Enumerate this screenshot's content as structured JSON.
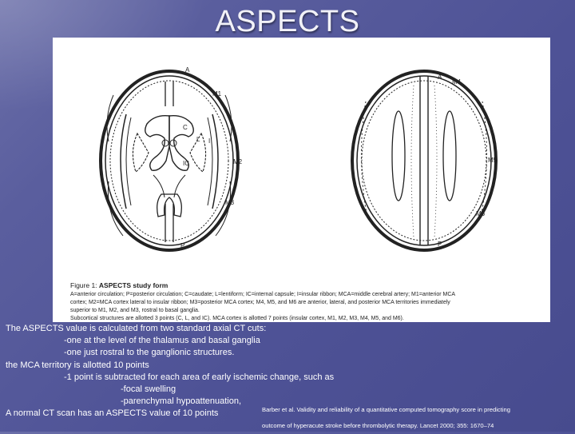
{
  "slide": {
    "title": "ASPECTS"
  },
  "figure": {
    "caption_prefix": "Figure 1:",
    "caption_title": "ASPECTS study form",
    "caption_lines": [
      "A=anterior circulation; P=posterior circulation; C=caudate; L=lentiform; IC=internal capsule; I=insular ribbon; MCA=middle cerebral artery; M1=anterior MCA",
      "cortex; M2=MCA cortex lateral to insular ribbon; M3=posterior MCA cortex; M4, M5, and M6 are anterior, lateral, and posterior MCA territories immediately",
      "superior to M1, M2, and M3, rostral to basal ganglia.",
      "Subcortical structures are allotted 3 points (C, L, and IC). MCA cortex is allotted 7 points (insular cortex, M1, M2, M3, M4, M5, and M6)."
    ],
    "left_brain_labels": [
      "A",
      "M1",
      "C",
      "L",
      "I",
      "IC",
      "M2",
      "M3",
      "P"
    ],
    "right_brain_labels": [
      "A",
      "M4",
      "M5",
      "M6",
      "P"
    ]
  },
  "body": {
    "lines": [
      "The ASPECTS value is calculated from two standard axial CT cuts:",
      "-one at the level of the thalamus and basal ganglia",
      "-one just rostral to the ganglionic structures.",
      "the MCA territory is allotted 10 points",
      "-1 point is subtracted for each area of early ischemic change, such as",
      "-focal swelling",
      "-parenchymal hypoattenuation,",
      "A normal CT scan has an ASPECTS value of 10 points"
    ]
  },
  "citation": {
    "lines": [
      "Barber et al. Validity and reliability of a quantitative computed tomography score in predicting",
      "outcome of hyperacute stroke before thrombolytic therapy. Lancet 2000; 355: 1670–74"
    ]
  },
  "colors": {
    "background": "#4e5296",
    "text": "#ffffff",
    "figure_background": "#ffffff"
  }
}
